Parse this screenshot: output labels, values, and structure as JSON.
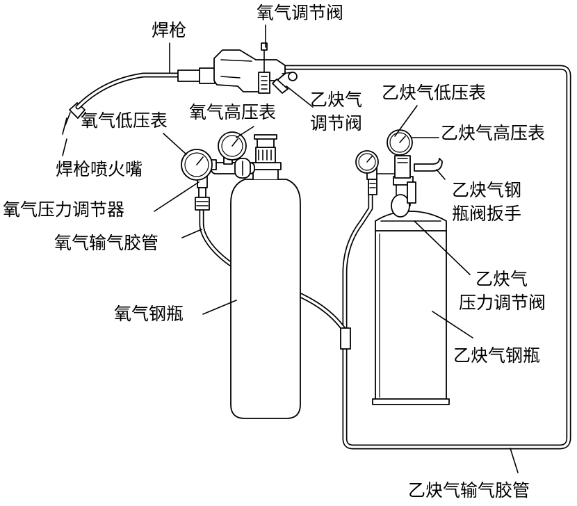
{
  "labels": {
    "oxygen_valve": "氧气调节阀",
    "torch": "焊枪",
    "acetylene_valve_1": "乙炔气",
    "acetylene_valve_2": "调节阀",
    "acetylene_low_gauge": "乙炔气低压表",
    "oxygen_high_gauge": "氧气高压表",
    "oxygen_low_gauge": "氧气低压表",
    "acetylene_high_gauge": "乙炔气高压表",
    "torch_nozzle": "焊枪喷火嘴",
    "acetylene_wrench_1": "乙炔气钢",
    "acetylene_wrench_2": "瓶阀扳手",
    "oxygen_regulator": "氧气压力调节器",
    "oxygen_hose": "氧气输气胶管",
    "acetylene_pressure_valve_1": "乙炔气",
    "acetylene_pressure_valve_2": "压力调节阀",
    "oxygen_cylinder": "氧气钢瓶",
    "acetylene_cylinder": "乙炔气钢瓶",
    "acetylene_hose": "乙炔气输气胶管"
  }
}
